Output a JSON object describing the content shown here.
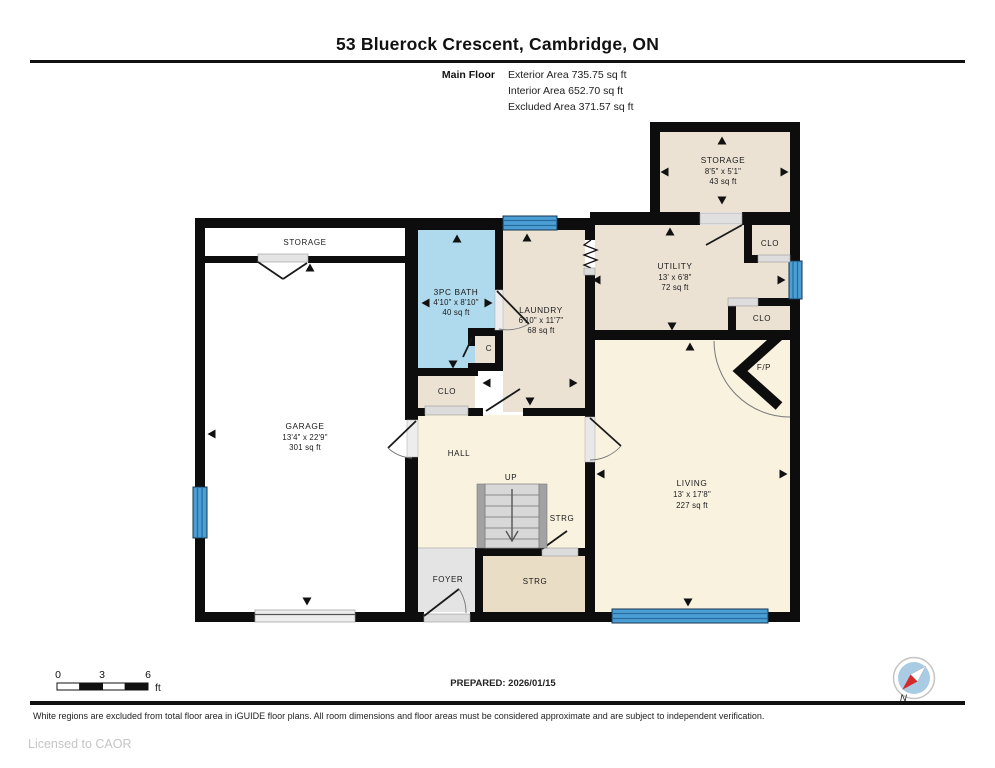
{
  "header": {
    "title": "53 Bluerock Crescent, Cambridge, ON",
    "floor_label": "Main Floor",
    "area_lines": [
      "Exterior Area 735.75 sq ft",
      "Interior Area 652.70 sq ft",
      "Excluded Area 371.57 sq ft"
    ]
  },
  "rooms": {
    "storage_tr": {
      "name": "STORAGE",
      "dims": "8'5\" x 5'1\"",
      "area": "43 sq ft"
    },
    "utility": {
      "name": "UTILITY",
      "dims": "13' x 6'8\"",
      "area": "72 sq ft"
    },
    "living": {
      "name": "LIVING",
      "dims": "13' x 17'8\"",
      "area": "227 sq ft"
    },
    "laundry": {
      "name": "LAUNDRY",
      "dims": "6'10\" x 11'7\"",
      "area": "68 sq ft"
    },
    "bath": {
      "name": "3PC BATH",
      "dims": "4'10\" x 8'10\"",
      "area": "40 sq ft"
    },
    "garage": {
      "name": "GARAGE",
      "dims": "13'4\" x 22'9\"",
      "area": "301 sq ft"
    },
    "storage_strip": {
      "name": "STORAGE"
    },
    "hall": {
      "name": "HALL"
    },
    "up": {
      "name": "UP"
    },
    "strg_mid": {
      "name": "STRG"
    },
    "strg_bottom": {
      "name": "STRG"
    },
    "foyer": {
      "name": "FOYER"
    },
    "clo_tr": {
      "name": "CLO"
    },
    "clo_right": {
      "name": "CLO"
    },
    "clo_bath": {
      "name": "CLO"
    },
    "c_closet": {
      "name": "C"
    },
    "fireplace": {
      "name": "F/P"
    }
  },
  "scale_bar": {
    "labels": [
      "0",
      "3",
      "6"
    ],
    "unit": "ft"
  },
  "compass": {
    "label": "N"
  },
  "footer": {
    "prepared": "PREPARED: 2026/01/15",
    "disclaimer": "White regions are excluded from total floor area in iGUIDE floor plans. All room dimensions and floor areas must be considered approximate and are subject to independent verification.",
    "license": "Licensed to CAOR"
  },
  "colors": {
    "wall": "#0d0d0d",
    "room_beige": "#ebe2d4",
    "room_cream": "#f8f2df",
    "room_bath_blue": "#afd9ec",
    "room_gray": "#e4e4e5",
    "room_tan": "#e9ddc6",
    "window_blue": "#4b9fd4",
    "window_stripe": "#276e9e",
    "compass_blue": "#a9cbe3",
    "compass_red": "#d42b2b"
  }
}
